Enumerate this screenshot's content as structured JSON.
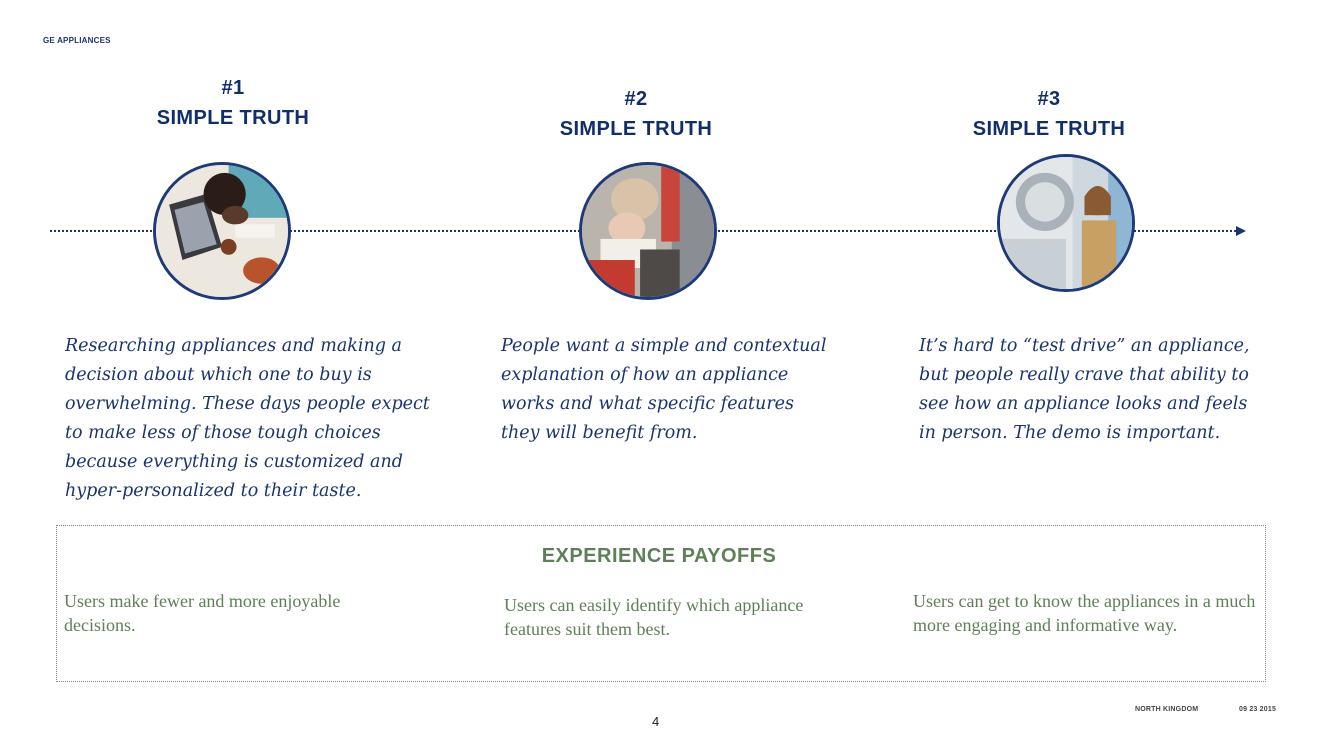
{
  "brand": "GE APPLIANCES",
  "truths": [
    {
      "number": "#1",
      "title": "SIMPLE TRUTH",
      "text": "Researching appliances and making a decision about which one to buy is overwhelming. These days people expect to make less of those tough choices because everything is customized and hyper-personalized to their taste.",
      "image": "person-researching-on-laptop-photo"
    },
    {
      "number": "#2",
      "title": "SIMPLE TRUTH",
      "text": "People want a simple and contextual explanation of how an appliance works and what specific features they will benefit from.",
      "image": "child-looking-into-oven-photo"
    },
    {
      "number": "#3",
      "title": "SIMPLE TRUTH",
      "text": "It’s hard to “test drive” an appliance, but people really crave that ability to see how an appliance looks and feels in person. The demo is important.",
      "image": "woman-shopping-for-washer-photo"
    }
  ],
  "payoffs": {
    "title": "EXPERIENCE PAYOFFS",
    "items": [
      "Users make fewer and more enjoyable decisions.",
      "Users can easily identify which appliance features suit them best.",
      "Users can get to know the appliances in a much more engaging and informative way."
    ]
  },
  "footer": {
    "page_number": "4",
    "company": "NORTH KINGDOM",
    "date": "09 23 2015"
  },
  "colors": {
    "navy": "#112e6c",
    "green": "#5f7f58"
  }
}
